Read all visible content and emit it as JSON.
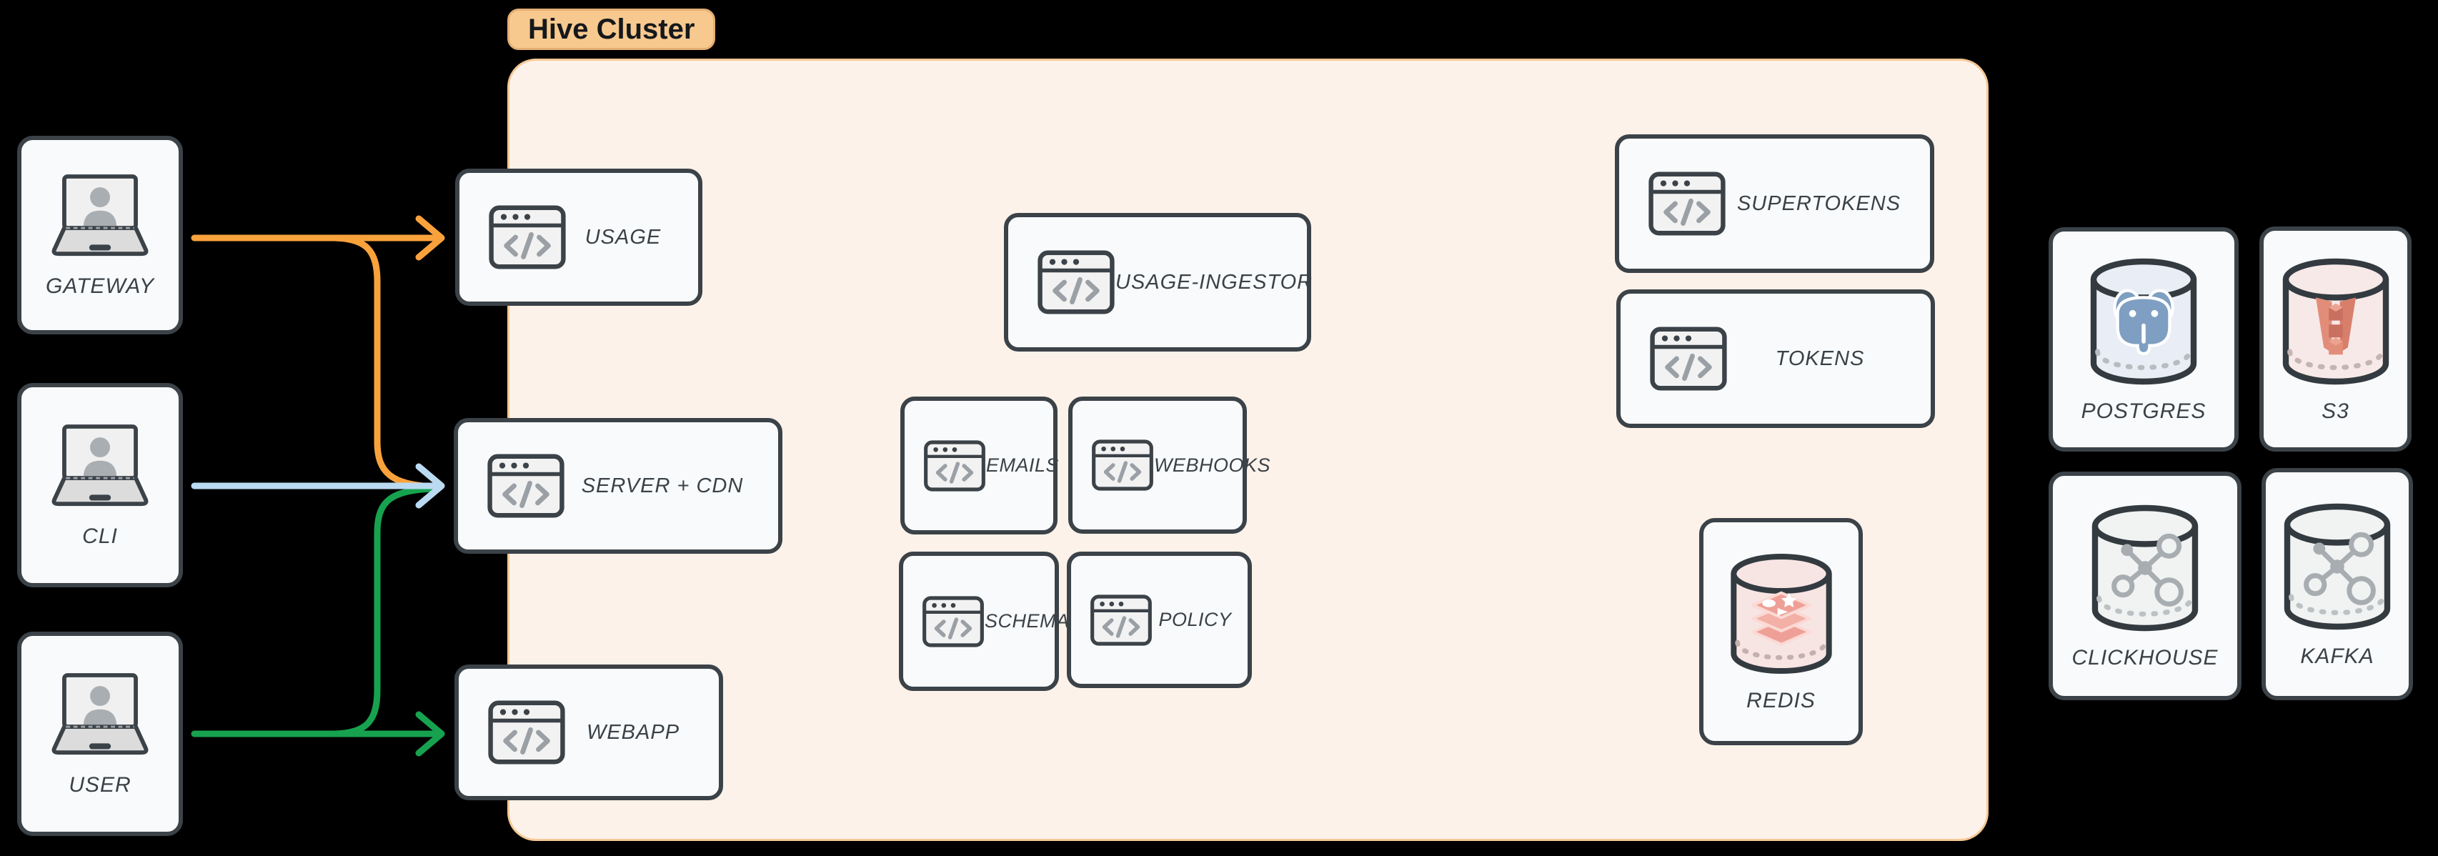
{
  "diagram": {
    "cluster_label": "Hive Cluster",
    "clients": [
      {
        "id": "gateway",
        "label": "GATEWAY",
        "icon": "laptop-user"
      },
      {
        "id": "cli",
        "label": "CLI",
        "icon": "laptop-user"
      },
      {
        "id": "user",
        "label": "USER",
        "icon": "laptop-user"
      }
    ],
    "services": [
      {
        "id": "usage",
        "label": "USAGE",
        "icon": "code-window"
      },
      {
        "id": "server-cdn",
        "label": "SERVER + CDN",
        "icon": "code-window"
      },
      {
        "id": "webapp",
        "label": "WEBAPP",
        "icon": "code-window"
      },
      {
        "id": "usage-ingestor",
        "label": "USAGE-INGESTOR",
        "icon": "code-window"
      },
      {
        "id": "emails",
        "label": "EMAILS",
        "icon": "code-window"
      },
      {
        "id": "webhooks",
        "label": "WEBHOOKS",
        "icon": "code-window"
      },
      {
        "id": "schema",
        "label": "SCHEMA",
        "icon": "code-window"
      },
      {
        "id": "policy",
        "label": "POLICY",
        "icon": "code-window"
      },
      {
        "id": "supertokens",
        "label": "SUPERTOKENS",
        "icon": "code-window"
      },
      {
        "id": "tokens",
        "label": "TOKENS",
        "icon": "code-window"
      },
      {
        "id": "redis",
        "label": "REDIS",
        "icon": "redis-cylinder"
      }
    ],
    "external_stores": [
      {
        "id": "postgres",
        "label": "POSTGRES",
        "icon": "postgres-cylinder"
      },
      {
        "id": "s3",
        "label": "S3",
        "icon": "s3-cylinder"
      },
      {
        "id": "clickhouse",
        "label": "CLICKHOUSE",
        "icon": "molecule-cylinder"
      },
      {
        "id": "kafka",
        "label": "KAFKA",
        "icon": "molecule-cylinder"
      }
    ],
    "connections": [
      {
        "from": "GATEWAY",
        "to": "USAGE",
        "color": "#f9a23c"
      },
      {
        "from": "GATEWAY",
        "to": "SERVER + CDN",
        "color": "#f9a23c"
      },
      {
        "from": "CLI",
        "to": "SERVER + CDN",
        "color": "#badaf2"
      },
      {
        "from": "USER",
        "to": "SERVER + CDN",
        "color": "#17a24f"
      },
      {
        "from": "USER",
        "to": "WEBAPP",
        "color": "#17a24f"
      }
    ],
    "colors": {
      "background": "#000000",
      "cluster_fill": "#fdf2e9",
      "cluster_border": "#f4c896",
      "badge_fill": "#f7c98f",
      "node_fill": "#f8fafb",
      "node_border": "#3b4248",
      "arrow_orange": "#f9a23c",
      "arrow_blue": "#badaf2",
      "arrow_green": "#17a24f"
    }
  }
}
